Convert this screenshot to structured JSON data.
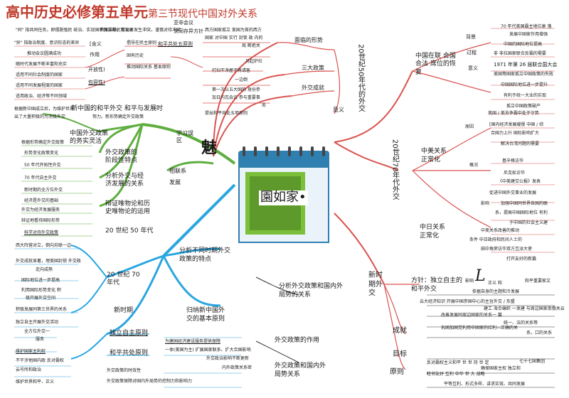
{
  "colors": {
    "branch_red": "#d9534f",
    "branch_green": "#5fae3f",
    "branch_blue": "#2aa6e0",
    "calendar_blue": "#2f7fb0",
    "calendar_green": "#7cbf3a",
    "text": "#1a1a1a"
  },
  "header": {
    "title_main": "高中历史必修第五单元",
    "title_sub": "第三节现代中国对外关系"
  },
  "center": {
    "left_char": "魅",
    "bottom_text": "園如家•",
    "icon": "calendar-icon"
  },
  "top_left": {
    "l1": "\"同\" 指共同任务，即摆脱殖民 统治、实现国家独立和民族发展",
    "l2": "书面描摹，可以不发生冲突，谨慎对待冲突",
    "l3": "\"异\" 指政治制度、意识形态的差异",
    "l4": "推动会议圆满成功",
    "l5": "随时代发展不断丰富和充实",
    "l6": "适用不同社会制度的国家",
    "l7": "适用不同发展程度的国家",
    "l8": "适用政治、经济等不同领域",
    "l9": "[含义",
    "l10": "作用",
    "l11": "开放性)",
    "l12": "包容性)",
    "l13": "倡导在民主原则",
    "l14": "固有历史",
    "l15": "推动国际关系 基本原则",
    "m1": "和平共处五原则",
    "m2": "亚非会议",
    "m3": "求同存异方针",
    "r1": "西方国家孤立 美国为首的西方",
    "r2": "国家 对中国 实行 封锁 政 内的",
    "r3": "局 断绝关",
    "r4": "另起炉灶",
    "r5": "打扫干净屋子再请客",
    "r6": "一边倒",
    "r7": "第一次以五大国的 身份参",
    "r8": "加日内瓦会议 参与重要事",
    "r9": "务",
    "r10": "提出和平共处五项原则",
    "b1": "面临的形势",
    "b2": "三大政策",
    "b3": "外交成就",
    "b4": "意义",
    "yr50": "20世纪50年代的外交"
  },
  "top_right": {
    "h1": "背景",
    "h2": "中国在联 合国合法 席位的恢复",
    "h3": "过程",
    "h4": "意义",
    "r1": "70 年代美国霸主地位衰 落",
    "r2": "发展中国家作用增强",
    "r3": "中国的国际地位提高",
    "r4": "非 非拉国家联合反霸的需要",
    "r5": "1971 年第 26 届联合国大会",
    "r6": "美国等国家孤立中国政策的失败",
    "r7": "中国国际地位进一步提升",
    "r8": "有利于统一大业的实现",
    "r9": "孤立中国政策破产",
    "r10": "美国 / 美苏争霸中处于守势",
    "yr70": "20世纪70年代外交",
    "sino_us": "中美关系正常化",
    "c1": "原因",
    "c2": "[国内经济发展缓慢 中国 / 综",
    "c3": "合国力上升 国际影响扩大",
    "c4": "解决台湾问题的需要",
    "c5": "概况",
    "c6": "基辛格访华",
    "c7": "尼克松访华",
    "c8": "《中美建交公报》发表",
    "c9": "促进中国外交事业的发展",
    "c10": "影响",
    "c11": "加强中国同世界各国的联",
    "c12": "系，提高中国国际地位 有利",
    "c13": "于中国的社会主义建",
    "sino_jp": "中日关系正常化",
    "j1": "中美关系改善的推动",
    "j2": "条件 中日政府和民间人士的",
    "j3": "田中角荣访华双方互派大使",
    "j4": "打开友好的新篇"
  },
  "left_mid": {
    "g1": "学习误区",
    "g2": "中国外交政策的务实灵活",
    "g3": "外交政策的阶段性特点",
    "g4": "分析外交与经济发展的关系",
    "g5": "辩证唯物论和历史唯物论的运用",
    "g6": "相联系",
    "g7": "发展",
    "ll1": "根据新中国成立后，为维护世界",
    "ll2": "新中国的和平外交 和平与发展时",
    "ll3": "出了大量积极的为消极外交",
    "ll4": "努力。新形势确定外交政策",
    "ll5": "根据形势确定外交政策",
    "ll6": "形势变化政策变化",
    "ll7": "50 年代开拓性外交",
    "ll8": "70 年代自主外交",
    "ll9": "新时期的全方位外交",
    "ll10": "经济是外交的基础",
    "ll11": "外交为经济发展服务",
    "ll12": "辩证地看待国际形势",
    "ll13": "科学对待外交政策",
    "d50": "20 世纪 50 年代"
  },
  "left_low": {
    "a1": "西大阵营对立，倒向苏联一边",
    "a2": "外交成就显著，埋美国封锁 外交政",
    "a3": "走向成熟",
    "a4": "国际地位进一步提高",
    "a5": "利用国际形势变化 积",
    "a6": "极开展外交空间",
    "a7": "积极发展同第三世界的关系",
    "a8": "独立自主开展外交活动",
    "a9": "全方位外交一",
    "a10": "服务",
    "a11": "维护国家主利权",
    "a12": "不干涉他国内政 反对霸权",
    "a13": "云号所和政治",
    "a14": "维护世界和平、正义",
    "d70": "20 世纪 70 年代",
    "dnew": "新时期",
    "p1": "独立自主原则",
    "p2": "和平共处原则",
    "m1": "分析不同时期外交政策的特点",
    "m2": "归纳新中国外交的基本原则",
    "i1": "为建国经济建设服务提供保障",
    "i2": "一体(美国为主) 扩展国家联系、扩大合国影响",
    "i3": "外交政治影响不断更新",
    "i4": "内外政策关系密",
    "i5": "外交政策的时效性",
    "i6": "外交政策保障对国内外局势的控制力和影响力"
  },
  "bottom_mid": {
    "b1": "分析外交政策和国内外局势的关系",
    "b2": "外交政策的作用",
    "b3": "外交政策和国内外局势关系",
    "yr_new": "新时期外交",
    "b4": "成就",
    "b5": "目标",
    "b6": "原则"
  },
  "bottom_right": {
    "f1": "方针：独立自主的和平外交",
    "f2": "依据自身的主题和冷发展",
    "f3": "云大经济知识 开展中国参国中心的主旨外交 / 东盟",
    "f4": "改善发展同周边国家的关系一 篇",
    "f5": "建工 海合编织 一发建 与周边国家南俄关云",
    "f6": "统一、法的关系等",
    "f7": "巩固加固党利用中国家的红利—正确的关",
    "f8": "系，口的关系",
    "f9": "反对霸权主义和平 世 世 持 世 定",
    "f10": "七十七国集团",
    "f11": "确保国家主权 独立和",
    "f12": "睦邻友好 互利 中华 世 大 战略",
    "f13": "平等互利、形式多样、讲求实效、共同发展",
    "cursor": "L",
    "g1": "影响",
    "g2": "正义 和 ",
    "g3": "和平重要家文"
  }
}
